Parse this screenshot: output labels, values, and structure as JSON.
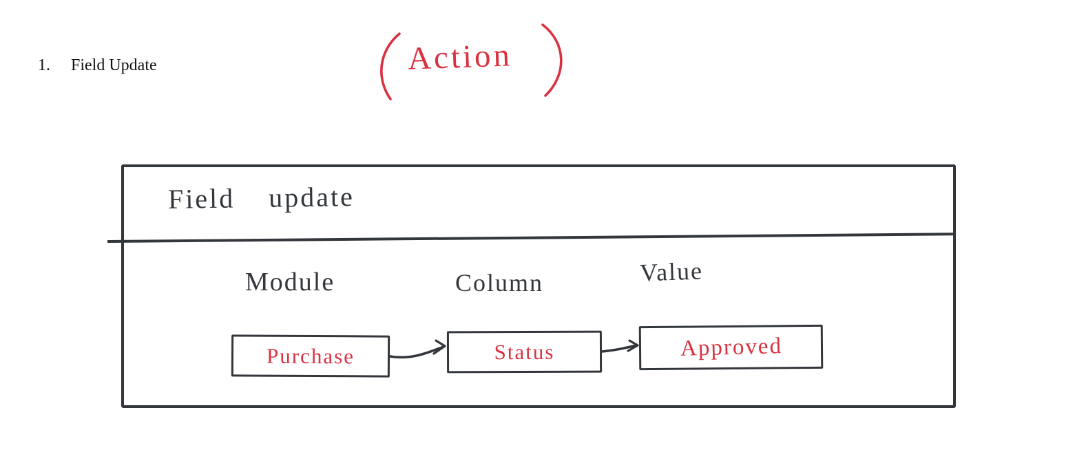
{
  "colors": {
    "ink": "#33373c",
    "accent": "#d93140",
    "background": "#ffffff"
  },
  "list_item": {
    "marker": "1.",
    "label": "Field Update"
  },
  "annotation": {
    "text": "(Action)",
    "word": "Action"
  },
  "panel": {
    "title": "Field update",
    "column_headers": [
      "Module",
      "Column",
      "Value"
    ],
    "flow": {
      "nodes": [
        {
          "label": "Purchase"
        },
        {
          "label": "Status"
        },
        {
          "label": "Approved"
        }
      ]
    }
  }
}
